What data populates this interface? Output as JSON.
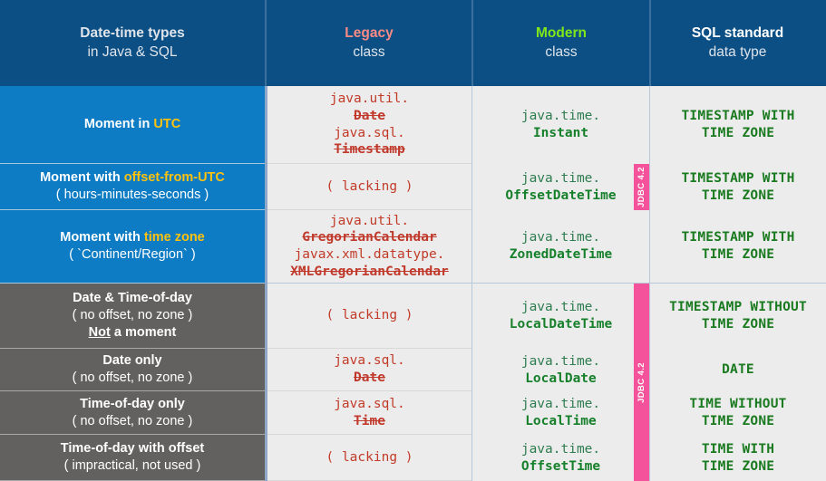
{
  "header": {
    "columns": [
      {
        "line1": "Date-time types",
        "line2": "in Java & SQL",
        "accent": "plain"
      },
      {
        "line1": "Legacy",
        "line2": "class",
        "accent": "legacy"
      },
      {
        "line1": "Modern",
        "line2": "class",
        "accent": "modern"
      },
      {
        "line1": "SQL standard",
        "line2": "data type",
        "accent": "sql"
      }
    ],
    "colors": {
      "header_background": "#0b4f84",
      "legacy_accent": "#f98b86",
      "modern_accent": "#80e619",
      "sql_accent": "#ffffff"
    }
  },
  "badges": {
    "jdbc_upper": "JDBC 4.2",
    "jdbc_lower": "JDBC 4.2",
    "badge_color": "#f4529a"
  },
  "rows": [
    {
      "label": {
        "prefix": "Moment in ",
        "accent": "UTC",
        "line2": "",
        "line3": "",
        "band": "blue"
      },
      "legacy": [
        {
          "pkg": "java.util.",
          "cls": "Date",
          "struck": true
        },
        {
          "pkg": "java.sql.",
          "cls": "Timestamp",
          "struck": true
        }
      ],
      "modern": [
        {
          "pkg": "java.time.",
          "cls": "Instant"
        }
      ],
      "sql": [
        "TIMESTAMP WITH",
        "TIME ZONE"
      ]
    },
    {
      "label": {
        "prefix": "Moment with ",
        "accent": "offset-from-UTC",
        "line2": "( hours-minutes-seconds )",
        "line3": "",
        "band": "blue"
      },
      "legacy": [
        {
          "lacking": "( lacking )"
        }
      ],
      "modern": [
        {
          "pkg": "java.time.",
          "cls": "OffsetDateTime"
        }
      ],
      "sql": [
        "TIMESTAMP WITH",
        "TIME ZONE"
      ]
    },
    {
      "label": {
        "prefix": "Moment with ",
        "accent": "time zone",
        "line2": "( `Continent/Region` )",
        "line3": "",
        "band": "blue"
      },
      "legacy": [
        {
          "pkg": "java.util.",
          "cls": "GregorianCalendar",
          "struck": true
        },
        {
          "pkg": "javax.xml.datatype.",
          "cls": "XMLGregorianCalendar",
          "struck": true
        }
      ],
      "modern": [
        {
          "pkg": "java.time.",
          "cls": "ZonedDateTime"
        }
      ],
      "sql": [
        "TIMESTAMP WITH",
        "TIME ZONE"
      ]
    },
    {
      "label": {
        "prefix": "Date & Time-of-day",
        "accent": "",
        "line2": "( no offset, no zone )",
        "line3_underlined": "Not",
        "line3_rest": " a moment",
        "band": "gray"
      },
      "legacy": [
        {
          "lacking": "( lacking )"
        }
      ],
      "modern": [
        {
          "pkg": "java.time.",
          "cls": "LocalDateTime"
        }
      ],
      "sql": [
        "TIMESTAMP WITHOUT",
        "TIME ZONE"
      ]
    },
    {
      "label": {
        "prefix": "Date only",
        "accent": "",
        "line2": "( no offset, no zone )",
        "line3": "",
        "band": "gray"
      },
      "legacy": [
        {
          "pkg": "java.sql.",
          "cls": "Date",
          "struck": true
        }
      ],
      "modern": [
        {
          "pkg": "java.time.",
          "cls": "LocalDate"
        }
      ],
      "sql": [
        "DATE"
      ]
    },
    {
      "label": {
        "prefix": "Time-of-day only",
        "accent": "",
        "line2": "( no offset, no zone )",
        "line3": "",
        "band": "gray"
      },
      "legacy": [
        {
          "pkg": "java.sql.",
          "cls": "Time",
          "struck": true
        }
      ],
      "modern": [
        {
          "pkg": "java.time.",
          "cls": "LocalTime"
        }
      ],
      "sql": [
        "TIME WITHOUT",
        "TIME ZONE"
      ]
    },
    {
      "label": {
        "prefix": "Time-of-day with offset",
        "accent": "",
        "line2": "( impractical, not used )",
        "line3": "",
        "band": "gray"
      },
      "legacy": [
        {
          "lacking": "( lacking )"
        }
      ],
      "modern": [
        {
          "pkg": "java.time.",
          "cls": "OffsetTime"
        }
      ],
      "sql": [
        "TIME WITH",
        "TIME ZONE"
      ]
    }
  ]
}
